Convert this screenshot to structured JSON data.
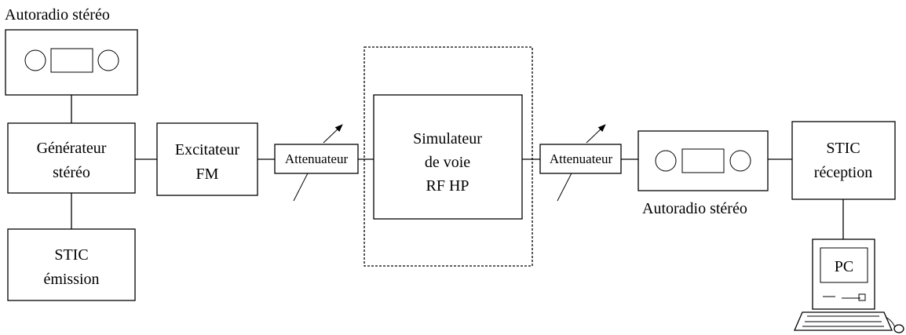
{
  "autoradio_left": {
    "caption": "Autoradio stéréo"
  },
  "generateur": {
    "line1": "Générateur",
    "line2": "stéréo"
  },
  "stic_emission": {
    "line1": "STIC",
    "line2": "émission"
  },
  "excitateur": {
    "line1": "Excitateur",
    "line2": "FM"
  },
  "attenuateur_left": {
    "label": "Attenuateur"
  },
  "simulateur": {
    "line1": "Simulateur",
    "line2": "de voie",
    "line3": "RF HP"
  },
  "attenuateur_right": {
    "label": "Attenuateur"
  },
  "autoradio_right": {
    "caption": "Autoradio stéréo"
  },
  "stic_reception": {
    "line1": "STIC",
    "line2": "réception"
  },
  "pc": {
    "label": "PC"
  }
}
